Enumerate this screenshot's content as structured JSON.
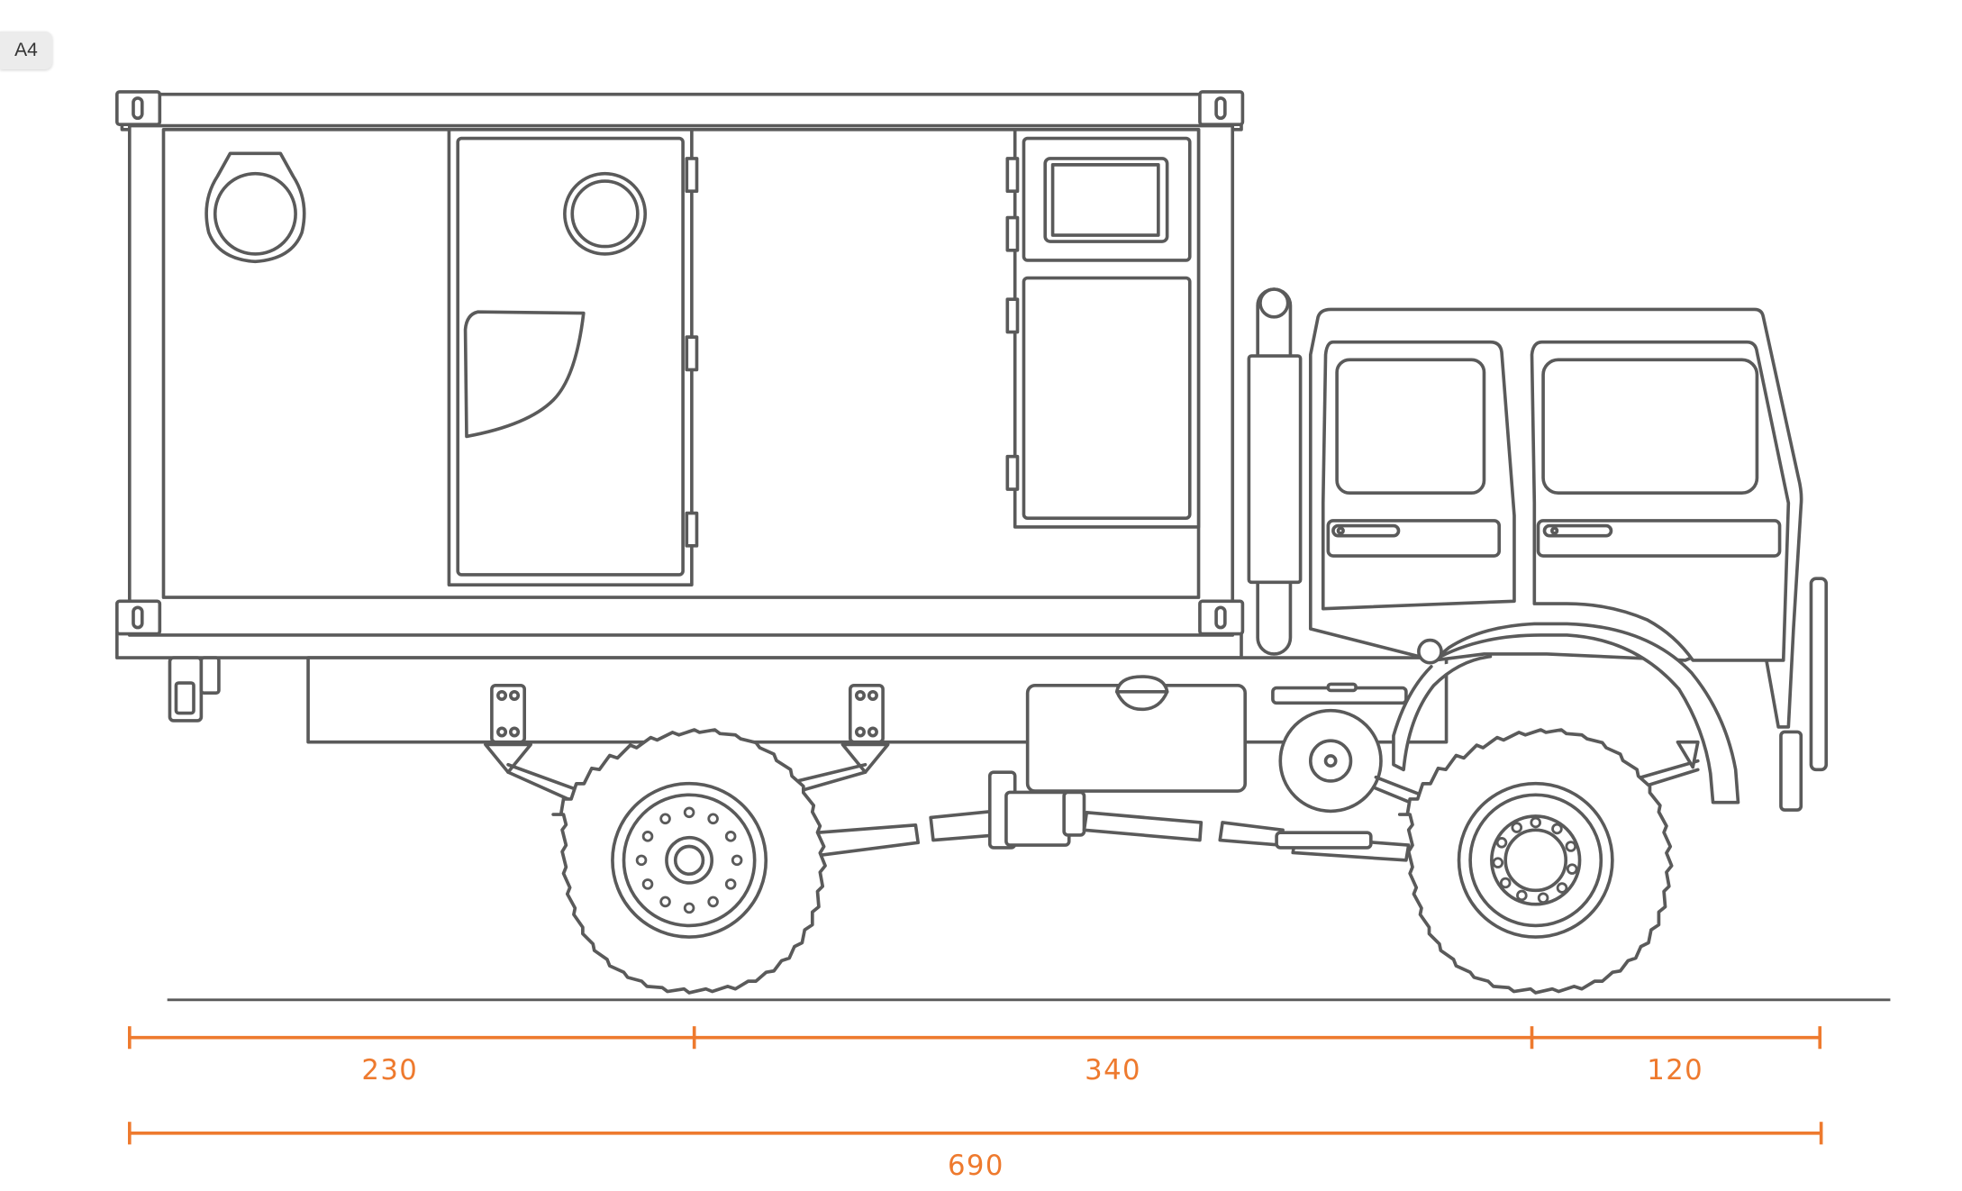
{
  "page_tag": "A4",
  "colors": {
    "line": "#5a5a5a",
    "dimension": "#ee7a2e",
    "tag_bg": "#ececec"
  },
  "dimensions": [
    {
      "id": "rear-overhang",
      "label": "230"
    },
    {
      "id": "wheelbase",
      "label": "340"
    },
    {
      "id": "front-overhang",
      "label": "120"
    },
    {
      "id": "total-length",
      "label": "690"
    }
  ]
}
